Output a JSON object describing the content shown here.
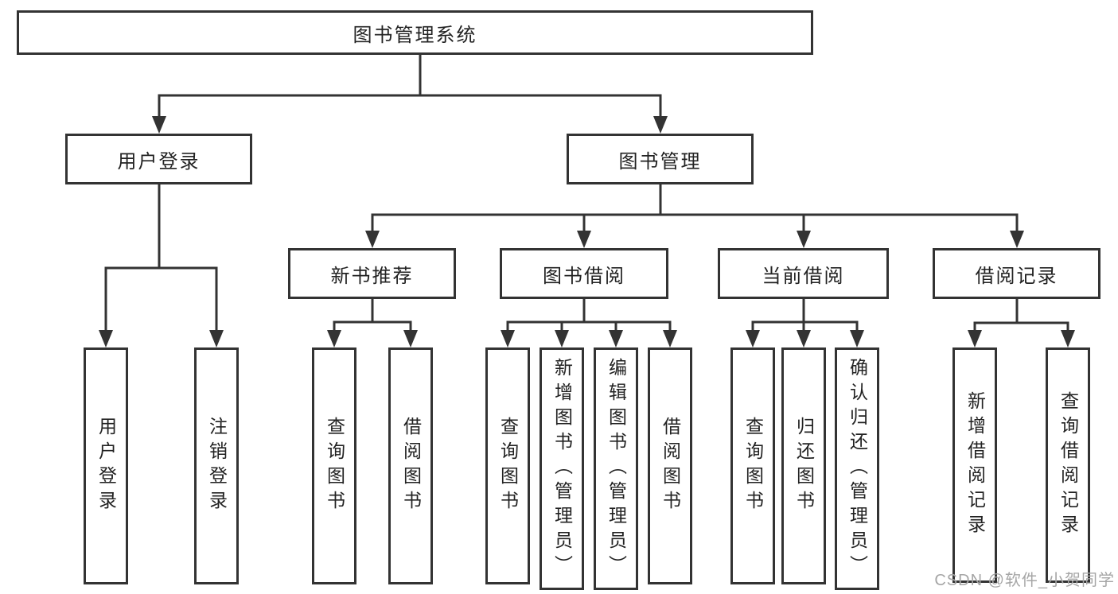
{
  "colors": {
    "line": "#333333",
    "text": "#222222",
    "background": "#ffffff",
    "watermark": "#a6a6a6"
  },
  "watermark": "CSDN @软件_小贺同学",
  "tree": {
    "label": "图书管理系统",
    "children": [
      {
        "label": "用户登录",
        "children": [
          {
            "label": "用户登录"
          },
          {
            "label": "注销登录"
          }
        ]
      },
      {
        "label": "图书管理",
        "children": [
          {
            "label": "新书推荐",
            "children": [
              {
                "label": "查询图书"
              },
              {
                "label": "借阅图书"
              }
            ]
          },
          {
            "label": "图书借阅",
            "children": [
              {
                "label": "查询图书"
              },
              {
                "label": "新增图书（管理员）"
              },
              {
                "label": "编辑图书（管理员）"
              },
              {
                "label": "借阅图书"
              }
            ]
          },
          {
            "label": "当前借阅",
            "children": [
              {
                "label": "查询图书"
              },
              {
                "label": "归还图书"
              },
              {
                "label": "确认归还（管理员）"
              }
            ]
          },
          {
            "label": "借阅记录",
            "children": [
              {
                "label": "新增借阅记录"
              },
              {
                "label": "查询借阅记录"
              }
            ]
          }
        ]
      }
    ]
  }
}
